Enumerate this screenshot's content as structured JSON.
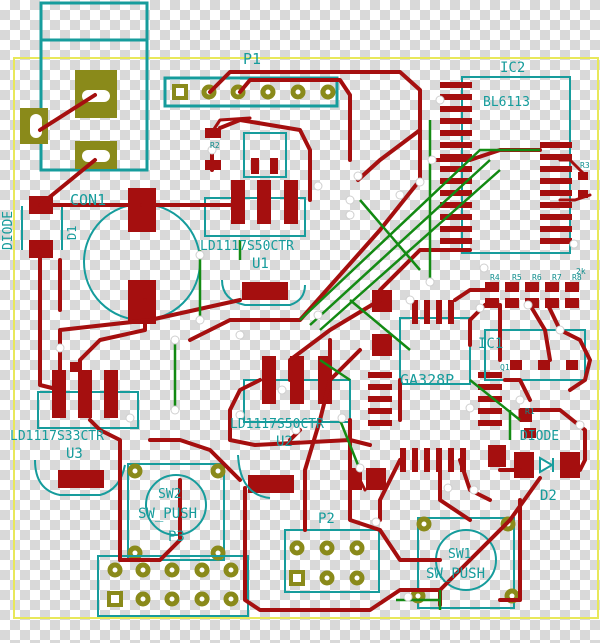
{
  "colors": {
    "silkscreen": "#169c9c",
    "copper": "#a50f0f",
    "inner_copper": "#138a13",
    "edge_cuts": "#e8e85a",
    "thru_pad": "#8a8a1a"
  },
  "labels": {
    "p1": "P1",
    "ic2": "IC2",
    "bl6113": "BL6113",
    "con1": "CON1",
    "diode": "DIODE",
    "d1": "D1",
    "ld1117_top": "LD1117S50CTR",
    "u1": "U1",
    "r2": "R2",
    "r3": "R3",
    "ic1": "IC1",
    "atmega": "GA328P",
    "ld1117_left": "LD1117S33CTR",
    "u3": "U3",
    "ld1117_mid": "LD1117S50CTR",
    "u2": "U2",
    "sw2": "SW2",
    "sw_push_left": "SW_PUSH",
    "p3": "P3",
    "p2": "P2",
    "sw1": "SW1",
    "sw_push_right": "SW_PUSH",
    "d2": "D2",
    "diode_right": "DIODE",
    "r1": "R1",
    "r4": "R4",
    "r5": "R5",
    "r6": "R6",
    "r7": "R7",
    "r8": "R8",
    "q1": "Q1",
    "k2": "2k"
  }
}
